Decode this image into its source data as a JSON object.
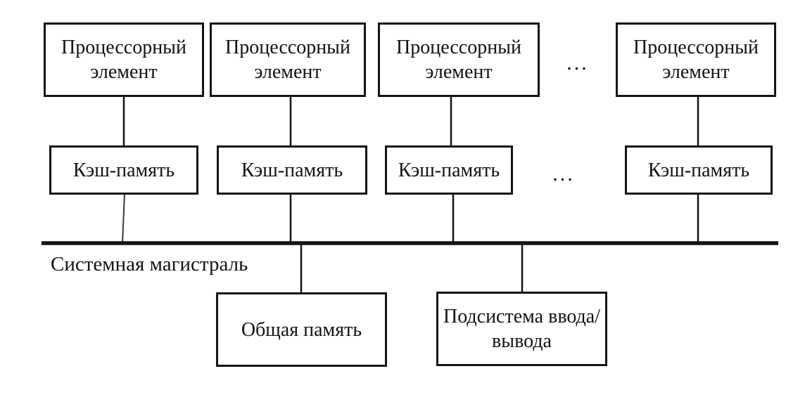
{
  "diagram": {
    "title_semantic": "SMP shared-bus multiprocessor architecture",
    "processor_boxes": [
      {
        "label": "Процессорный элемент"
      },
      {
        "label": "Процессорный элемент"
      },
      {
        "label": "Процессорный элемент"
      },
      {
        "label": "Процессорный элемент"
      }
    ],
    "cache_boxes": [
      {
        "label": "Кэш-память"
      },
      {
        "label": "Кэш-память"
      },
      {
        "label": "Кэш-память"
      },
      {
        "label": "Кэш-память"
      }
    ],
    "ellipsis_top": "...",
    "ellipsis_cache": "...",
    "bus": {
      "label": "Системная магистраль"
    },
    "shared_memory_box": {
      "label": "Общая память"
    },
    "io_box": {
      "label": "Подсистема ввода/вывода"
    },
    "colors": {
      "line": "#141414",
      "text": "#141414",
      "background": "#ffffff"
    }
  }
}
